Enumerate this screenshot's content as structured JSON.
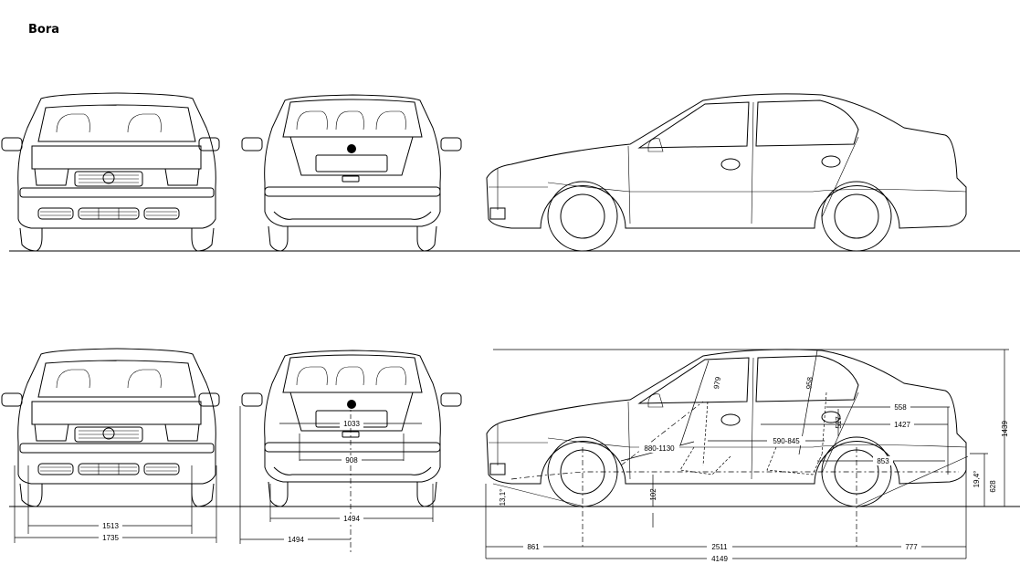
{
  "title": "Bora",
  "dimensions": {
    "front_track": "1513",
    "overall_width": "1735",
    "rear_track": "1494",
    "half_width": "1494",
    "rear_shoulder_width": "1033",
    "rear_seat_width": "908",
    "front_overhang": "861",
    "wheelbase": "2511",
    "rear_overhang": "777",
    "overall_length": "4149",
    "overall_height": "1439",
    "ground_clearance": "102",
    "front_headroom": "979",
    "rear_headroom": "958",
    "front_legroom": "880-1130",
    "rear_legroom": "590-845",
    "trunk_length": "558",
    "interior_length": "1427",
    "trunk_depth": "853",
    "loading_sill_height": "628",
    "seat_height": "517",
    "approach_angle": "13,1°",
    "departure_angle": "19,4°"
  }
}
